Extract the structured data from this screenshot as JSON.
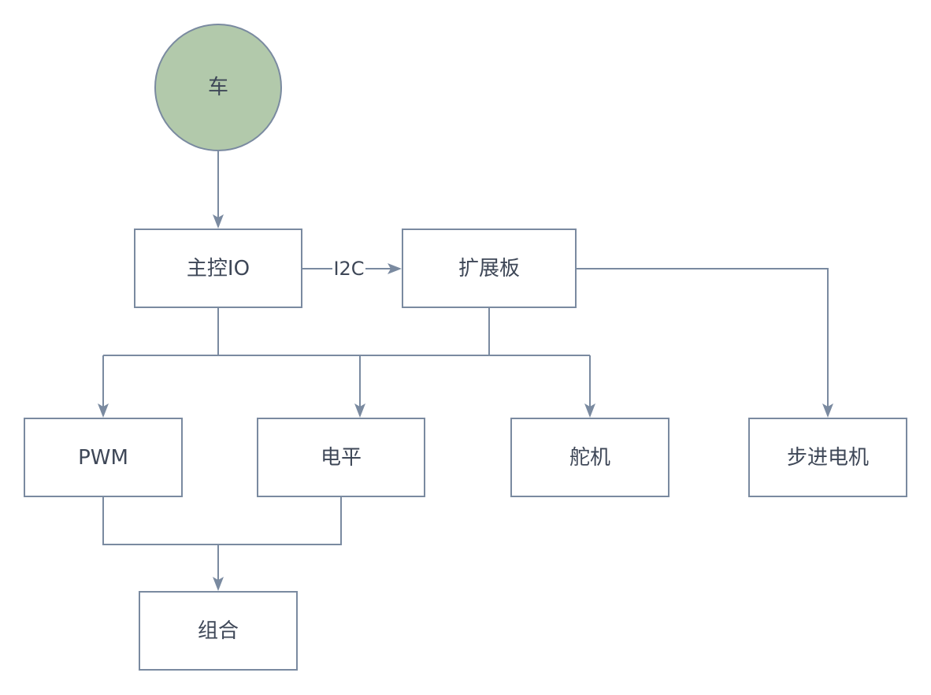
{
  "nodes": {
    "car": {
      "label": "车",
      "shape": "circle",
      "fill": "#b2c9ab"
    },
    "main_io": {
      "label": "主控IO"
    },
    "expansion_board": {
      "label": "扩展板"
    },
    "pwm": {
      "label": "PWM"
    },
    "level": {
      "label": "电平"
    },
    "servo": {
      "label": "舵机"
    },
    "stepper": {
      "label": "步进电机"
    },
    "combo": {
      "label": "组合"
    }
  },
  "edges": {
    "i2c": {
      "label": "I2C"
    }
  },
  "colors": {
    "stroke": "#7a8aa0",
    "text": "#3e4757",
    "circle_fill": "#b2c9ab"
  }
}
